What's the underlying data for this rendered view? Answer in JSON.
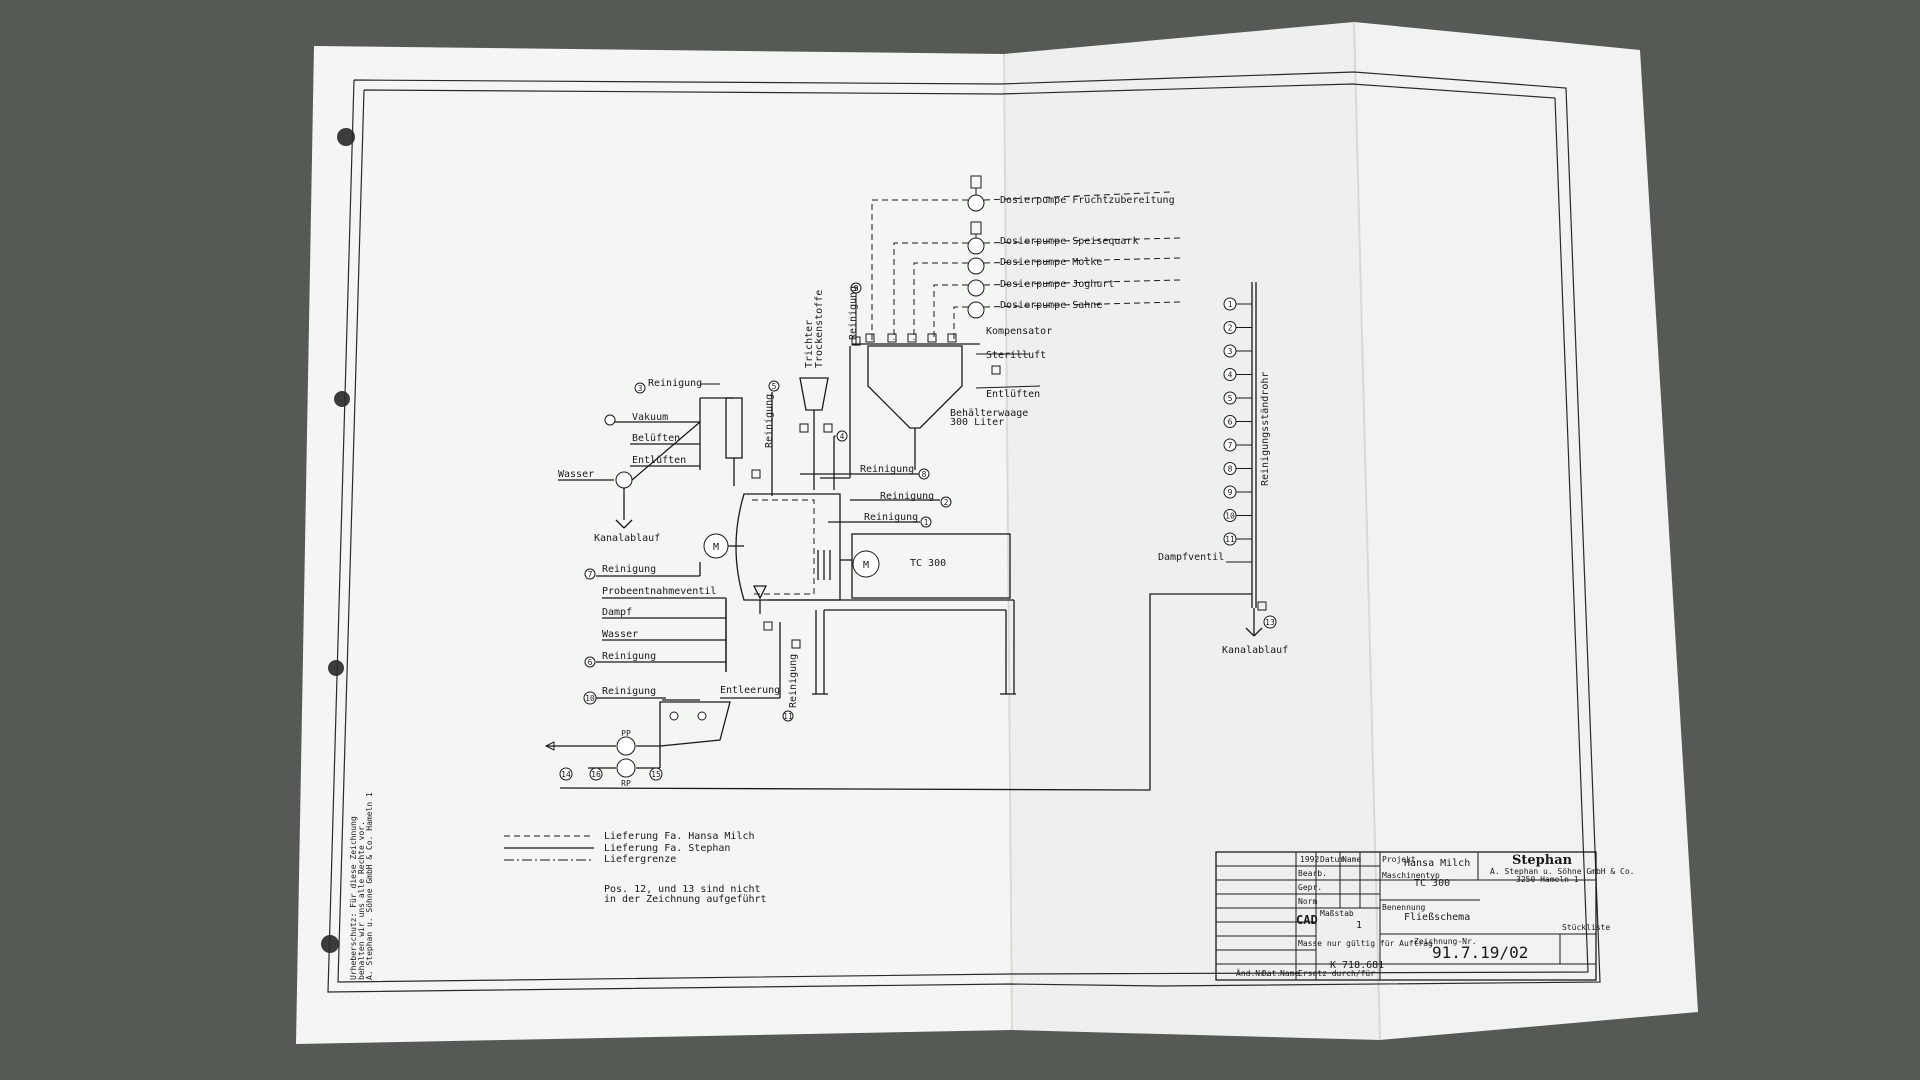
{
  "labels": {
    "dosierpumpe_frucht": "Dosierpumpe Fruchtzubereitung",
    "dosierpumpe_speisequark": "Dosierpumpe Speisequark",
    "dosierpumpe_molke": "Dosierpumpe Molke",
    "dosierpumpe_joghurt": "Dosierpumpe Joghurt",
    "dosierpumpe_sahne": "Dosierpumpe Sahne",
    "kompensator": "Kompensator",
    "sterilluft": "Sterilluft",
    "entlueften_top": "Entlüften",
    "behaelterwaage_1": "Behälterwaage",
    "behaelterwaage_2": "300 Liter",
    "trichter_1": "Trichter",
    "trichter_2": "Trockenstoffe",
    "reinigung": "Reinigung",
    "vakuum": "Vakuum",
    "belueften": "Belüften",
    "entlueften": "Entlüften",
    "wasser": "Wasser",
    "kanalablauf": "Kanalablauf",
    "probeentnahmeventil": "Probeentnahmeventil",
    "dampf": "Dampf",
    "entleerung": "Entleerung",
    "motor": "M",
    "tc300": "TC 300",
    "pp": "PP",
    "rp": "RP",
    "reinigungsstaendrohr": "Reinigungsständrohr",
    "dampfventil": "Dampfventil"
  },
  "numbers": {
    "n1": "1",
    "n2": "2",
    "n3": "3",
    "n4": "4",
    "n5": "5",
    "n6": "6",
    "n7": "7",
    "n8": "8",
    "n9": "9",
    "n10": "10",
    "n11": "11",
    "n13": "13",
    "n14": "14",
    "n15": "15",
    "n16": "16",
    "rail": [
      "1",
      "2",
      "3",
      "4",
      "5",
      "6",
      "7",
      "8",
      "9",
      "10",
      "11"
    ]
  },
  "legend": {
    "line1": "Lieferung Fa. Hansa Milch",
    "line2": "Lieferung Fa. Stephan",
    "line3": "Liefergrenze",
    "note1": "Pos. 12, und 13 sind nicht",
    "note2": "in der Zeichnung aufgeführt"
  },
  "title_block": {
    "project": "Hansa Milch",
    "machine": "TC 300",
    "drawing_title": "Fließschema",
    "drawing_number": "91.7.19/02",
    "order_number": "K 718.681",
    "company_logo": "Stephan",
    "company_line1": "A. Stephan u. Söhne GmbH & Co.",
    "company_line2": "3250 Hameln 1",
    "year": "1992",
    "cad_mark": "CAD",
    "small": {
      "c1": "Datum",
      "c2": "Name",
      "r1": "Bearb.",
      "r2": "Gepr.",
      "r3": "Norm",
      "projekt": "Projekt",
      "maschine": "Maschinentyp",
      "benennung": "Benennung",
      "zeichnung": "Zeichnung-Nr.",
      "massstab": "Maßstab",
      "stueckliste": "Stückliste",
      "gueltig": "Masse nur gültig für Auftrag",
      "ersatz": "Ersatz durch/für",
      "aender": "Änd.Nr.",
      "datum2": "Dat.",
      "name2": "Name",
      "scale": "1"
    }
  },
  "margin_note": {
    "line1": "Urheberschutz: Für diese Zeichnung",
    "line2": "behalten wir uns alle Rechte vor.",
    "line3": "A. Stephan u. Söhne GmbH & Co. Hameln 1"
  }
}
